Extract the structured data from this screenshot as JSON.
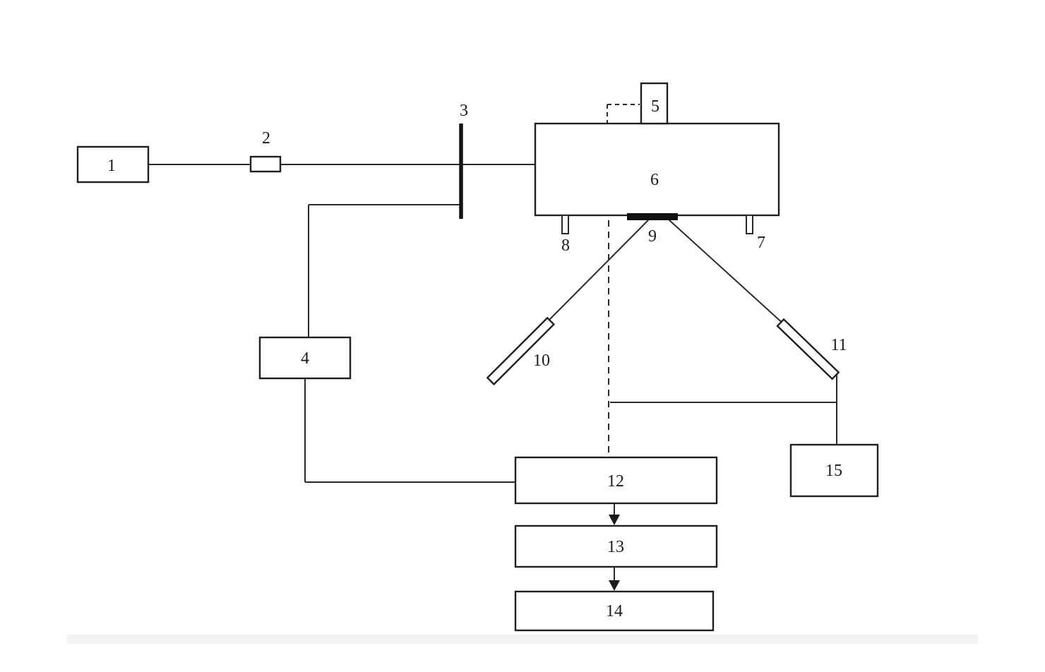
{
  "diagram": {
    "type": "schematic",
    "component_labels": [
      "1",
      "2",
      "3",
      "4",
      "5",
      "6",
      "7",
      "8",
      "9",
      "10",
      "11",
      "12",
      "13",
      "14",
      "15"
    ]
  }
}
